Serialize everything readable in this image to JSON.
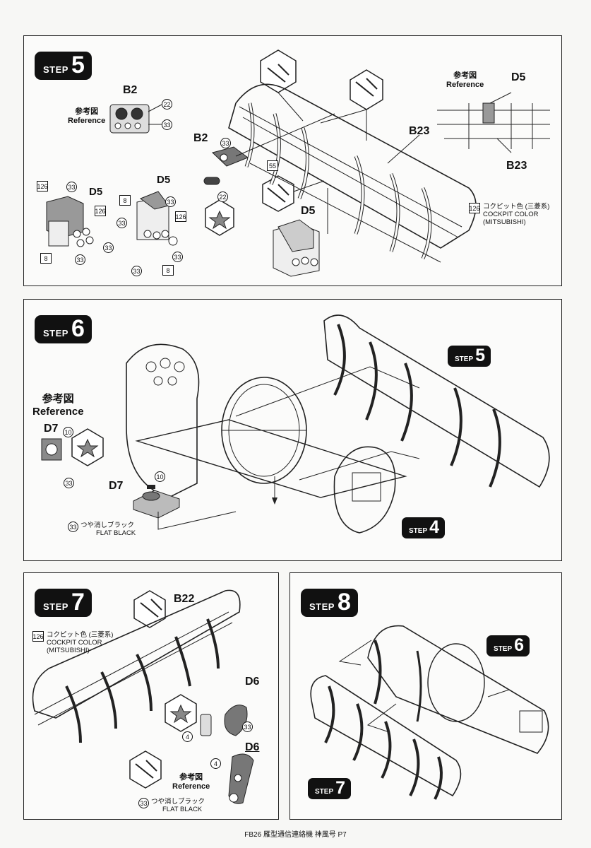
{
  "steps": [
    {
      "word": "STEP",
      "number": "5"
    },
    {
      "word": "STEP",
      "number": "6"
    },
    {
      "word": "STEP",
      "number": "7"
    },
    {
      "word": "STEP",
      "number": "8"
    }
  ],
  "refs": {
    "step5": "5",
    "step4": "4",
    "step6": "6",
    "step7": "7",
    "word": "STEP"
  },
  "reference": {
    "jp": "参考図",
    "en": "Reference"
  },
  "parts": {
    "b2": "B2",
    "d5": "D5",
    "b23": "B23",
    "d7": "D7",
    "b22": "B22",
    "d6": "D6"
  },
  "colors": {
    "c126": "126",
    "c33": "33",
    "c8": "8",
    "c22": "22",
    "c55": "55",
    "c10": "10",
    "c4": "4",
    "cockpit_jp": "コクピット色 (三菱系)",
    "cockpit_en": "COCKPIT COLOR",
    "cockpit_en2": "(MITSUBISHI)",
    "flat_black_jp": "つや消しブラック",
    "flat_black_en": "FLAT BLACK"
  },
  "footer": "FB26 雁型通信連絡機 神風号 P7",
  "palette": {
    "line": "#222222",
    "badge": "#111111",
    "part_fill": "#8a8a8a"
  }
}
